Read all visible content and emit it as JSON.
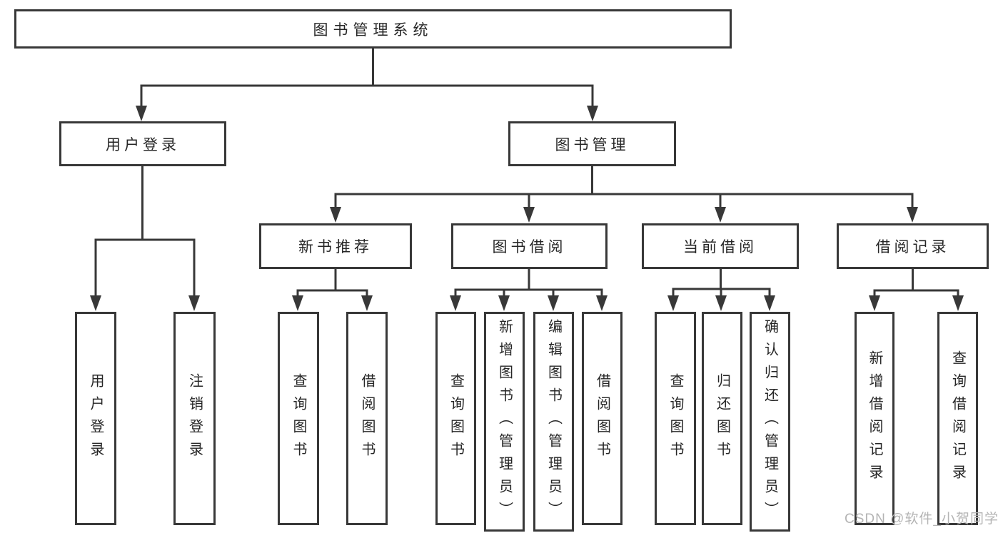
{
  "colors": {
    "line": "#383838",
    "text": "#262626",
    "box_background": "#ffffff",
    "page_background": "#ffffff",
    "watermark": "#b4b4b4"
  },
  "tree": {
    "label": "图书管理系统",
    "children": [
      {
        "label": "用户登录",
        "children": [
          {
            "label": "用户登录"
          },
          {
            "label": "注销登录"
          }
        ]
      },
      {
        "label": "图书管理",
        "children": [
          {
            "label": "新书推荐",
            "children": [
              {
                "label": "查询图书"
              },
              {
                "label": "借阅图书"
              }
            ]
          },
          {
            "label": "图书借阅",
            "children": [
              {
                "label": "查询图书"
              },
              {
                "label": "新增图书（管理员）"
              },
              {
                "label": "编辑图书（管理员）"
              },
              {
                "label": "借阅图书"
              }
            ]
          },
          {
            "label": "当前借阅",
            "children": [
              {
                "label": "查询图书"
              },
              {
                "label": "归还图书"
              },
              {
                "label": "确认归还（管理员）"
              }
            ]
          },
          {
            "label": "借阅记录",
            "children": [
              {
                "label": "新增借阅记录"
              },
              {
                "label": "查询借阅记录"
              }
            ]
          }
        ]
      }
    ]
  },
  "watermark": {
    "text": "CSDN @软件_小贺同学"
  }
}
